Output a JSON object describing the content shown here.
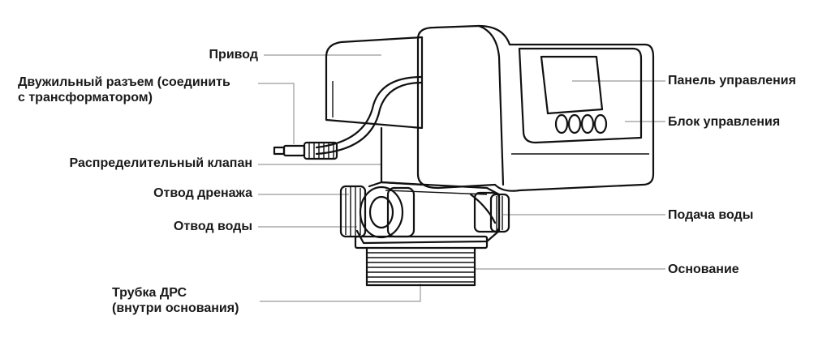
{
  "labels": {
    "privod": "Привод",
    "connector_line1": "Двужильный разъем (соединить",
    "connector_line2": "с трансформатором)",
    "distributor_valve": "Распределительный клапан",
    "drain_outlet": "Отвод дренажа",
    "water_outlet": "Отвод воды",
    "riser_tube_line1": "Трубка ДРС",
    "riser_tube_line2": "(внутри основания)",
    "control_panel": "Панель управления",
    "control_unit": "Блок управления",
    "water_inlet": "Подача воды",
    "base": "Основание"
  }
}
